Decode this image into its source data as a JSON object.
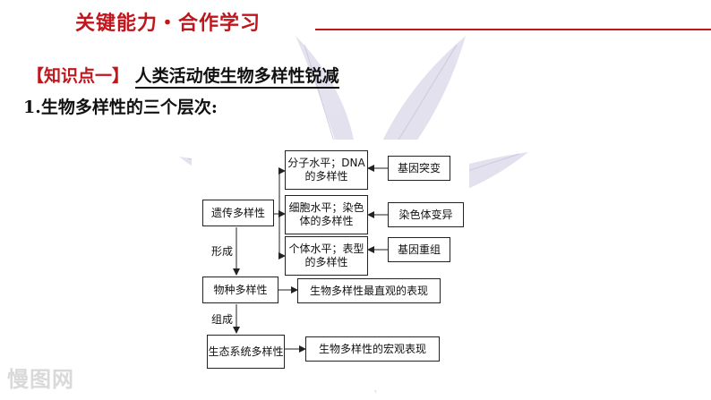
{
  "header": {
    "title": "关键能力・合作学习"
  },
  "topic": {
    "tag": "【知识点一】",
    "title": "人类活动使生物多样性锐减"
  },
  "subtitle": "1.生物多样性的三个层次:",
  "diagram": {
    "nodes": {
      "genetic": "遗传多样性",
      "molecular": "分子水平；DNA 的多样性",
      "cellular": "细胞水平；染色体的多样性",
      "individual": "个体水平；表型的多样性",
      "gene_mutation": "基因突变",
      "chromosome_variation": "染色体变异",
      "gene_recombination": "基因重组",
      "species": "物种多样性",
      "species_desc": "生物多样性最直观的表现",
      "ecosystem": "生态系统多样性",
      "ecosystem_desc": "生物多样性的宏观表现"
    },
    "edge_labels": {
      "form": "形成",
      "compose": "组成"
    }
  },
  "watermark": "慢图网",
  "colors": {
    "accent": "#c0161d",
    "leaf": "#d8d3e8"
  }
}
